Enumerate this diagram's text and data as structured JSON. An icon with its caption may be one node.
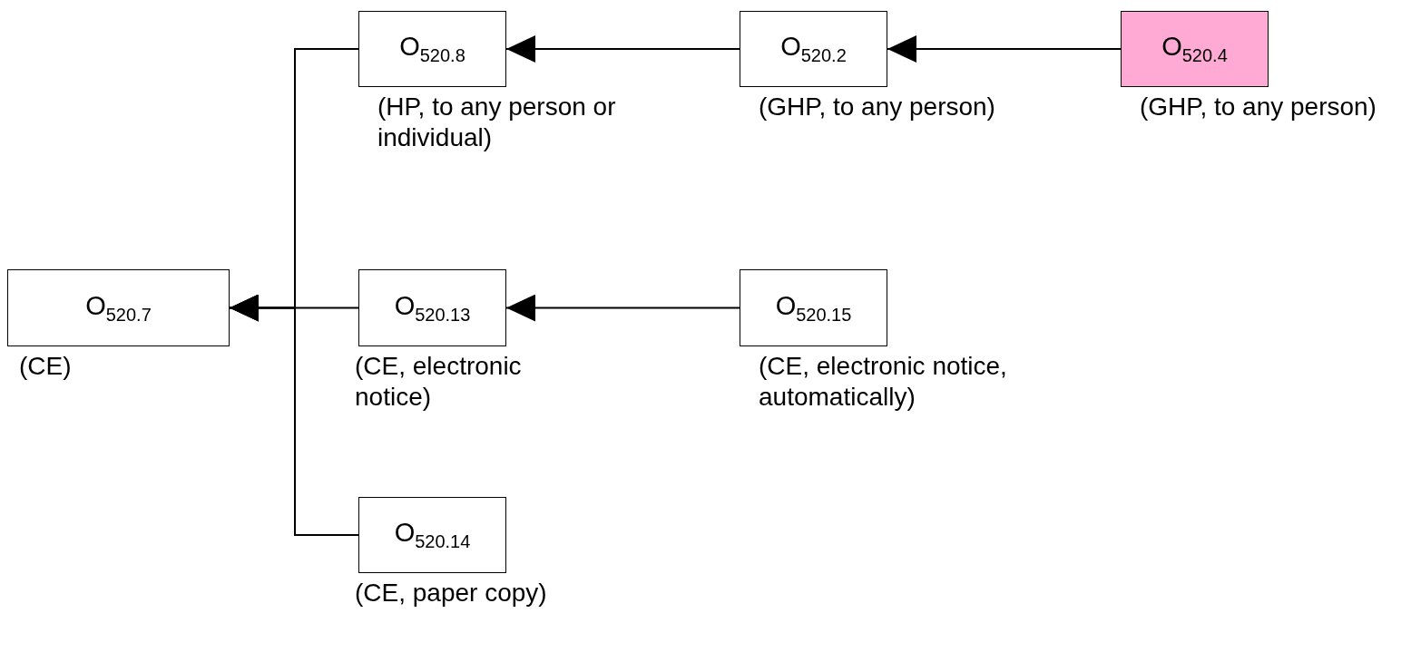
{
  "diagram": {
    "nodes": [
      {
        "text": [
          "O$_{520.8}$"
        ],
        "beside": [
          "(HP, to any person or individual)"
        ]
      },
      {
        "text": [
          "O$_{520.2}$"
        ],
        "beside": [
          "(GHP, to any person)"
        ]
      },
      {
        "text": [
          "O$_{520.4}$"
        ],
        "beside": [
          "(GHP, to any person)"
        ]
      },
      {
        "text": [
          "O$_{520.7}$"
        ],
        "beside": [
          "(CE)"
        ]
      },
      {
        "text": [
          "O$_{520.13}$"
        ],
        "beside": [
          "(CE, electronic notice)"
        ]
      },
      {
        "text": [
          "O$_{520.15}$"
        ],
        "beside": [
          "(CE, electronic notice, automatically)"
        ]
      },
      {
        "text": [
          "O$_{520.14}$"
        ],
        "beside": [
          "(CE, paper copy)"
        ]
      }
    ],
    "edges": [
      {
        "from": 1,
        "to": 0,
        "arrow": "to"
      },
      {
        "from": 2,
        "to": 1,
        "arrow": "to"
      },
      {
        "from": 5,
        "to": 4,
        "arrow": "to"
      },
      {
        "from": 4,
        "to": 3,
        "arrow": "to"
      },
      {
        "from": 0,
        "to": 3,
        "arrow": "to"
      },
      {
        "from": 6,
        "to": 3,
        "arrow": "to"
      }
    ]
  }
}
